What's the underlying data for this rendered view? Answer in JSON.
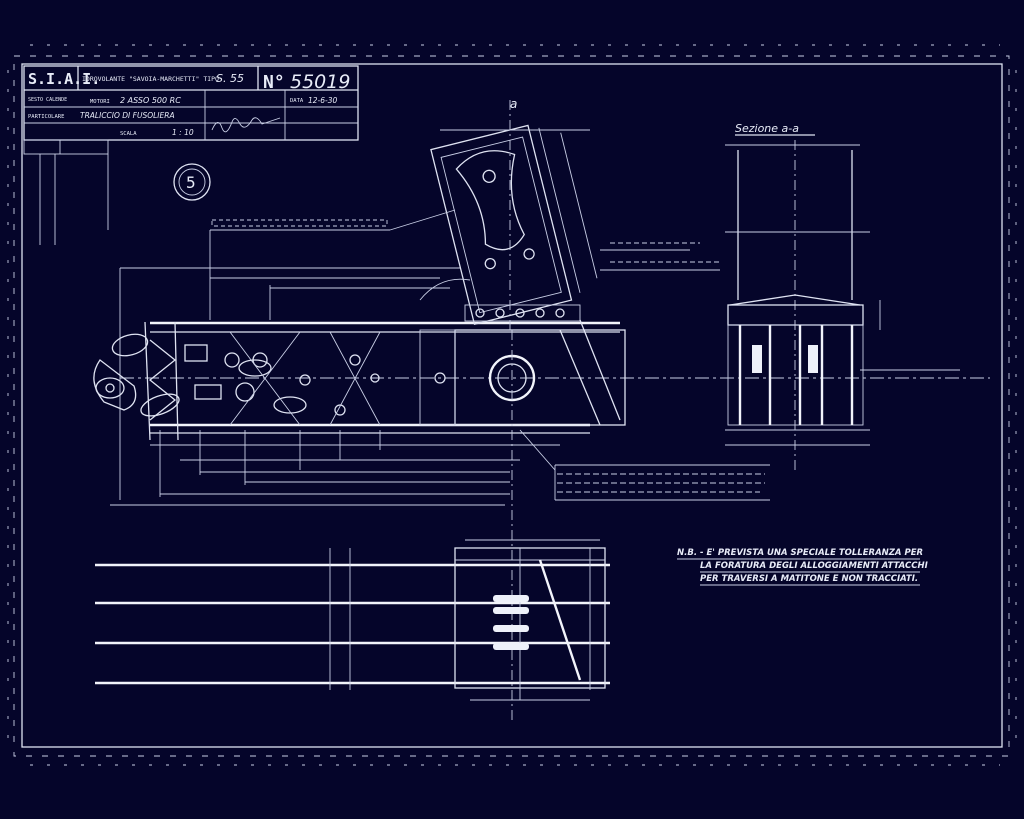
{
  "title_block": {
    "company": "S.I.A.I.",
    "company_sub": "SESTO CALENDE",
    "header": "IDROVOLANTE \"SAVOIA-MARCHETTI\" TIPO",
    "model": "S. 55",
    "number_label": "N°",
    "drawing_number": "55019",
    "motors_label": "MOTORI",
    "motors_value": "2 ASSO  500 RC",
    "part_label": "PARTICOLARE",
    "part_value": "TRALICCIO DI FUSOLIERA",
    "date_label": "DATA",
    "date_value": "12-6-30",
    "scale_label": "SCALA",
    "scale_value": "1 : 10"
  },
  "sheet_marker": "5",
  "section_title": "Sezione  a-a",
  "notes": {
    "main_line1": "N.B. - E' PREVISTA UNA SPECIALE TOLLERANZA PER",
    "main_line2": "LA FORATURA DEGLI ALLOGGIAMENTI ATTACCHI",
    "main_line3": "PER TRAVERSI A MATITONE E NON TRACCIATI."
  }
}
